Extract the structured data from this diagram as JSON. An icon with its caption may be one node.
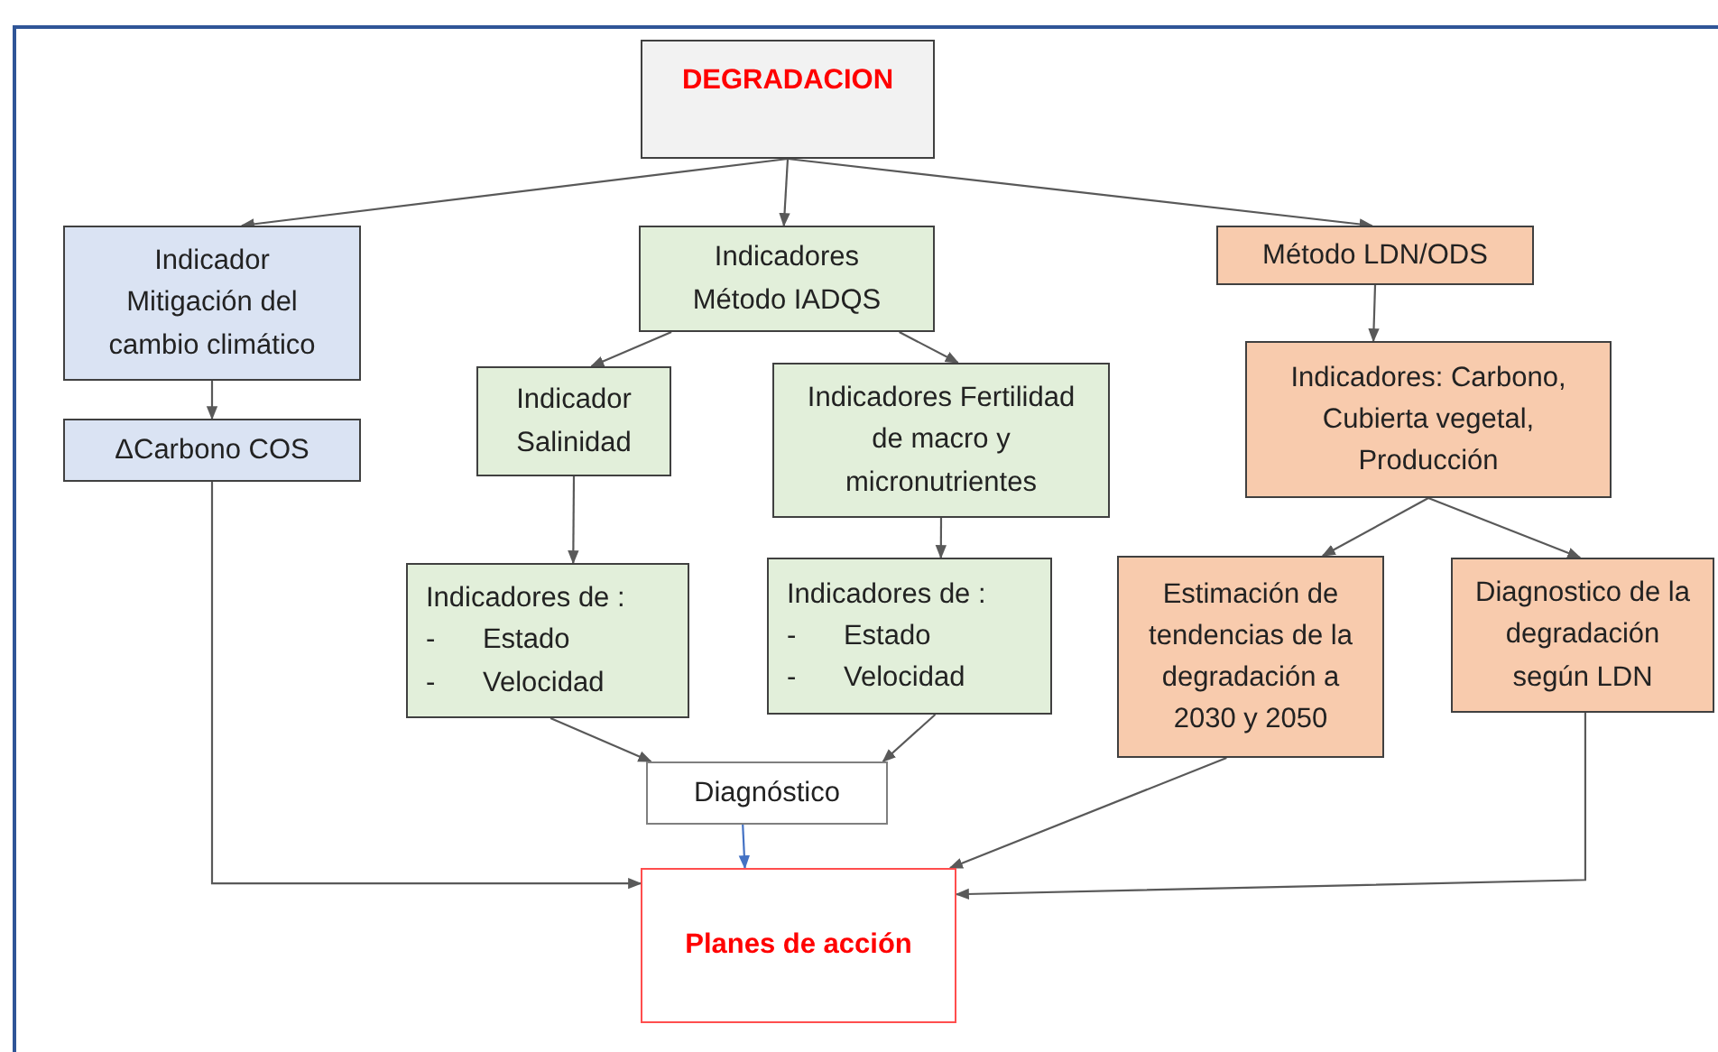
{
  "diagram": {
    "nodes": [
      {
        "text": [
          "DEGRADACION"
        ]
      },
      {
        "text": [
          "Indicador Mitigación del cambio climático"
        ]
      },
      {
        "text": [
          "Indicadores Método IADQS"
        ]
      },
      {
        "text": [
          "Método LDN/ODS"
        ]
      },
      {
        "text": [
          "ΔCarbono COS"
        ]
      },
      {
        "text": [
          "Indicador Salinidad"
        ]
      },
      {
        "text": [
          "Indicadores Fertilidad de macro y micronutrientes"
        ]
      },
      {
        "text": [
          "Indicadores: Carbono, Cubierta vegetal, Producción"
        ]
      },
      {
        "text": [
          "Indicadores de :",
          "- Estado",
          "- Velocidad"
        ]
      },
      {
        "text": [
          "Indicadores de :",
          "- Estado",
          "- Velocidad"
        ]
      },
      {
        "text": [
          "Estimación de tendencias de la degradación a 2030 y 2050"
        ]
      },
      {
        "text": [
          "Diagnostico de la degradación según LDN"
        ]
      },
      {
        "text": [
          "Diagnóstico"
        ]
      },
      {
        "text": [
          "Planes de acción"
        ]
      }
    ],
    "edges": [
      {
        "from": 0,
        "to": 1,
        "arrow": "to"
      },
      {
        "from": 0,
        "to": 2,
        "arrow": "to"
      },
      {
        "from": 0,
        "to": 3,
        "arrow": "to"
      },
      {
        "from": 1,
        "to": 4,
        "arrow": "to"
      },
      {
        "from": 2,
        "to": 5,
        "arrow": "to"
      },
      {
        "from": 2,
        "to": 6,
        "arrow": "to"
      },
      {
        "from": 3,
        "to": 7,
        "arrow": "to"
      },
      {
        "from": 5,
        "to": 8,
        "arrow": "to"
      },
      {
        "from": 6,
        "to": 9,
        "arrow": "to"
      },
      {
        "from": 7,
        "to": 10,
        "arrow": "to"
      },
      {
        "from": 7,
        "to": 11,
        "arrow": "to"
      },
      {
        "from": 8,
        "to": 12,
        "arrow": "to"
      },
      {
        "from": 9,
        "to": 12,
        "arrow": "to"
      },
      {
        "from": 12,
        "to": 13,
        "arrow": "to",
        "color": "#4472c4"
      },
      {
        "from": 4,
        "to": 13,
        "arrow": "to"
      },
      {
        "from": 10,
        "to": 13,
        "arrow": "to"
      },
      {
        "from": 11,
        "to": 13,
        "arrow": "to"
      }
    ]
  }
}
